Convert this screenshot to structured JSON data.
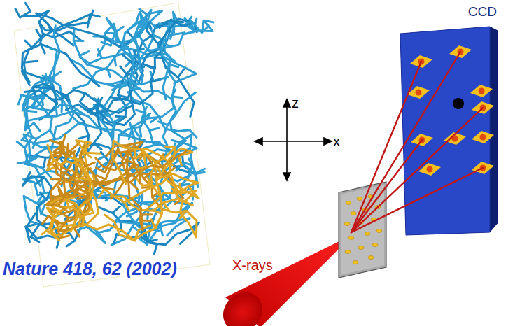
{
  "diagram": {
    "nodes": [
      {
        "text": [
          "CCD"
        ]
      }
    ],
    "labels": [
      "z",
      "x",
      "X-rays",
      "Nature 418, 62 (2002)"
    ]
  }
}
